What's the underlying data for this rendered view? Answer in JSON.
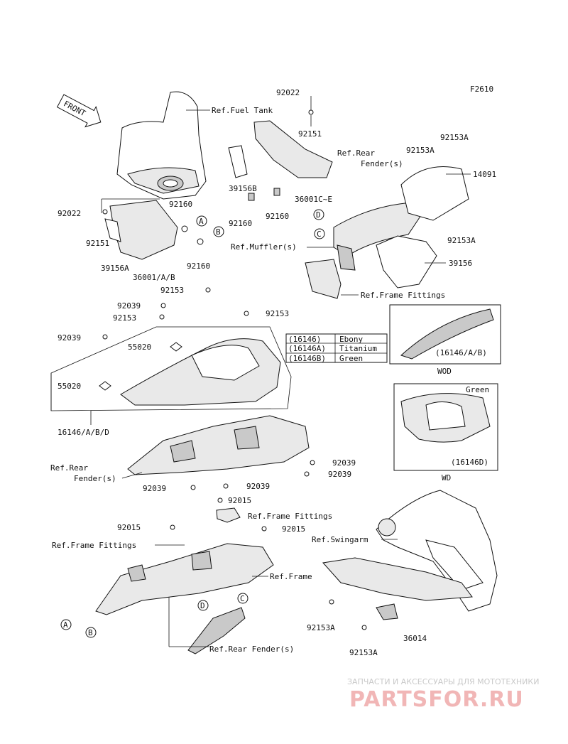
{
  "figure_code": "F2610",
  "front_label": "FRONT",
  "part_numbers": {
    "p92022_top": "92022",
    "p92151_top": "92151",
    "p36001CE": "36001C~E",
    "p39156B": "39156B",
    "p92160_a": "92160",
    "p92160_b": "92160",
    "p92022_left": "92022",
    "p92151_left": "92151",
    "p92160_c": "92160",
    "p92160_d": "92160",
    "p39156A": "39156A",
    "p36001AB": "36001/A/B",
    "p92153A_1": "92153A",
    "p92153A_2": "92153A",
    "p14091": "14091",
    "p92153A_3": "92153A",
    "p39156": "39156",
    "p92153_a": "92153",
    "p92039_a": "92039",
    "p92153_b": "92153",
    "p92153_c": "92153",
    "p92039_b": "92039",
    "p55020_a": "55020",
    "p55020_b": "55020",
    "p16146ABD": "16146/A/B/D",
    "p92039_c": "92039",
    "p92039_d": "92039",
    "p92039_e": "92039",
    "p92039_f": "92039",
    "p92015_a": "92015",
    "p92015_b": "92015",
    "p92015_c": "92015",
    "p92153A_4": "92153A",
    "p36014": "36014",
    "p92153A_5": "92153A"
  },
  "refs": {
    "fuel_tank": "Ref.Fuel Tank",
    "rear_fender_top_1": "Ref.Rear",
    "rear_fender_top_2": "Fender(s)",
    "muffler": "Ref.Muffler(s)",
    "frame_fittings_top": "Ref.Frame Fittings",
    "rear_fender_mid_1": "Ref.Rear",
    "rear_fender_mid_2": "Fender(s)",
    "frame_fittings_mid": "Ref.Frame Fittings",
    "frame_fittings_left": "Ref.Frame Fittings",
    "swingarm": "Ref.Swingarm",
    "frame": "Ref.Frame",
    "rear_fender_bottom": "Ref.Rear Fender(s)"
  },
  "callouts": {
    "a1": "A",
    "b1": "B",
    "c1": "C",
    "d1": "D",
    "a2": "A",
    "b2": "B",
    "c2": "C",
    "d2": "D"
  },
  "color_table": {
    "rows": [
      {
        "code": "(16146)",
        "color": "Ebony"
      },
      {
        "code": "(16146A)",
        "color": "Titanium"
      },
      {
        "code": "(16146B)",
        "color": "Green"
      }
    ]
  },
  "inset_wod": {
    "part": "(16146/A/B)",
    "caption": "WOD"
  },
  "inset_wd": {
    "part": "(16146D)",
    "color": "Green",
    "caption": "WD"
  },
  "watermark": {
    "line1": "ЗАПЧАСТИ И АКСЕССУАРЫ ДЛЯ МОТОТЕХНИКИ",
    "line2": "PARTSFOR.RU"
  }
}
